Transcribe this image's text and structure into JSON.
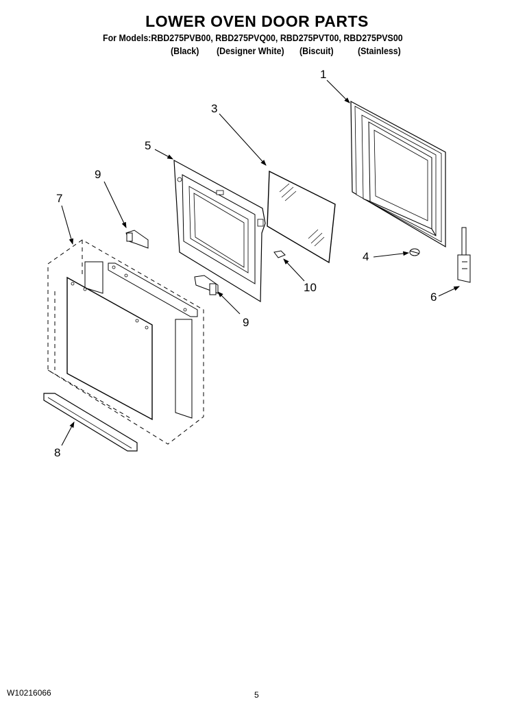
{
  "header": {
    "title": "LOWER OVEN DOOR PARTS",
    "models_line": "For Models:RBD275PVB00, RBD275PVQ00, RBD275PVT00, RBD275PVS00",
    "variants": [
      "(Black)",
      "(Designer White)",
      "(Biscuit)",
      "(Stainless)"
    ]
  },
  "callouts": [
    "1",
    "3",
    "5",
    "9",
    "7",
    "4",
    "10",
    "9",
    "6",
    "8"
  ],
  "footer": {
    "doc_number": "W10216066",
    "page_number": "5"
  }
}
